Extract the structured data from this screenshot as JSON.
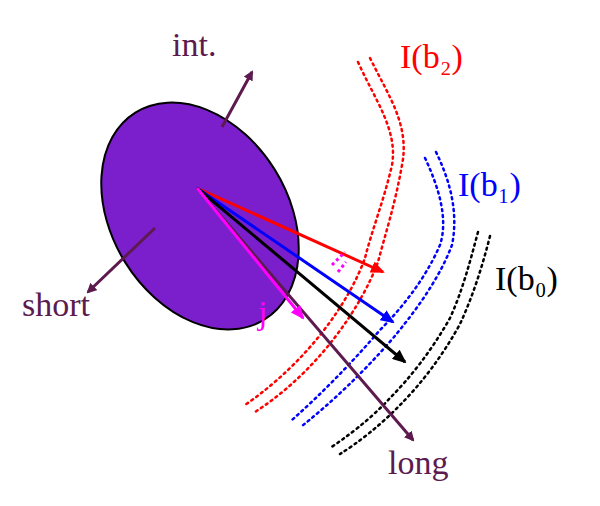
{
  "diagram": {
    "labels": [
      "int.",
      "short",
      "long",
      "j",
      "I(b₂)",
      "I(b₁)",
      "I(b₀)"
    ]
  }
}
